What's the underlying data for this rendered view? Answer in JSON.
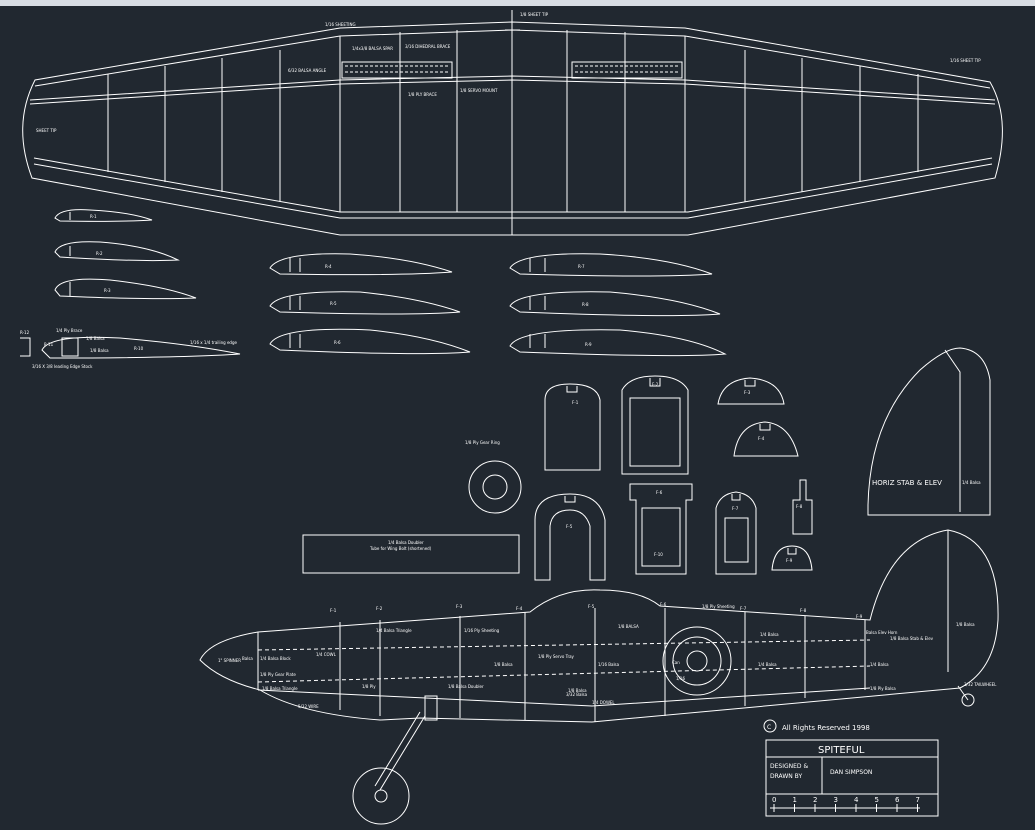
{
  "wing": {
    "notes": {
      "sheeting_note": "1/16 SHEETING",
      "center_rib_note": "1/8 SHEET TIP",
      "spar_note": "1/4x3/8 BALSA SPAR",
      "dihedral_note": "3/16 DIHEDRAL BRACE",
      "joiner_note": "6/32 BALSA ANGLE",
      "bracket_note": "1/8 PLY BRACE",
      "servo_note": "1/8 SERVO MOUNT",
      "tip_note": "SHEET TIP",
      "tip_right_note": "1/16 SHEET TIP"
    }
  },
  "ribs": {
    "labels": [
      "R-1",
      "R-2",
      "R-3",
      "R-4",
      "R-5",
      "R-6",
      "R-7",
      "R-8",
      "R-9",
      "R-10",
      "R-11",
      "R-12"
    ],
    "tail_note_1": "1/4 Ply Brace",
    "tail_note_2": "1/8 Balsa",
    "tail_note_3": "1/8 Balsa",
    "tail_note_4": "1/16 x 1/4 trailing edge",
    "tail_note_5": "3/16 X 3/8 leading Edge Stock"
  },
  "formers": {
    "labels": [
      "F-1",
      "F-2",
      "F-3",
      "F-4",
      "F-5",
      "F-6",
      "F-7",
      "F-8",
      "F-9",
      "F-10"
    ],
    "ring_note": "1/8 Ply Gear Ring"
  },
  "strip": {
    "line1": "1/4 Balsa Doubler",
    "line2": "Tube for Wing Bolt (shortened)"
  },
  "stab": {
    "label": "HORIZ STAB & ELEV",
    "side_note": "1/4 Balsa"
  },
  "fuselage": {
    "notes": {
      "station_labels": [
        "F-1",
        "F-2",
        "F-3",
        "F-4",
        "F-5",
        "F-6",
        "F-7",
        "F-8",
        "F-9"
      ],
      "cowl": "1/4 COWL",
      "balsa_block": "1/4 Balsa Block",
      "ply_gear": "1/8 Ply Gear Plate",
      "stringer": "1/8 Balsa Triangle",
      "sheeting": "1/16 Ply Sheeting",
      "triangle": "1/4 Balsa Triangle",
      "ply_strip": "1/8 Ply",
      "doubler": "1/8 Balsa Doubler",
      "balsa_1": "1/8 Balsa",
      "servo_tray": "1/8 Ply Servo Tray",
      "sheet_1": "1/8 BALSA",
      "sheet_2": "1/16 Balsa",
      "spacer": "3/32 Balsa",
      "balsa_2": "1/4 Balsa",
      "stab_mount": "1/8 Balsa Stab & Elev",
      "elev_horn": "Balsa Elev Horn",
      "rudder": "1/4 Balsa",
      "fin_note": "1/8 Balsa",
      "tail_block": "1/8 Ply Balsa",
      "tailwheel": "3/32 TAILWHEEL",
      "nose": "1\" SPINNER",
      "hatch": "1/8 Ply Sheeting",
      "wing_dowel": "1/4 DOWEL",
      "gear_leg": "5/32 WIRE",
      "center": "1/8 Balsa",
      "fairing": "1/4 Balsa",
      "cowl_2": "Balsa",
      "ring_size": "1/16",
      "motor": "Can"
    }
  },
  "copyright": {
    "symbol": "C",
    "text": "All Rights Reserved 1998"
  },
  "title_block": {
    "title": "SPITEFUL",
    "designed_label": "DESIGNED &",
    "drawn_label": "DRAWN BY",
    "designer": "DAN SIMPSON",
    "scale_ticks": [
      "0",
      "1",
      "2",
      "3",
      "4",
      "5",
      "6",
      "7"
    ]
  }
}
